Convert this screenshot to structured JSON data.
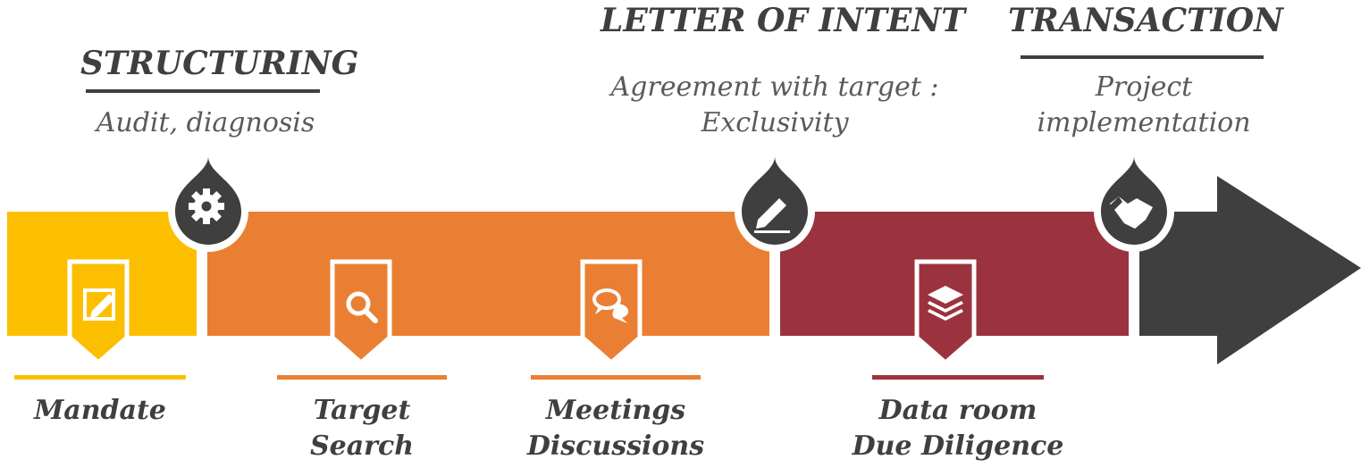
{
  "phases": [
    {
      "title": "STRUCTURING",
      "description": [
        "Audit, diagnosis"
      ],
      "icon": "gear-icon"
    },
    {
      "title": "LETTER OF INTENT",
      "description": [
        "Agreement with target :",
        "Exclusivity"
      ],
      "icon": "pen-icon"
    },
    {
      "title": "TRANSACTION",
      "description": [
        "Project",
        "implementation"
      ],
      "icon": "handshake-icon"
    }
  ],
  "steps": [
    {
      "label": [
        "Mandate"
      ],
      "icon": "edit-icon",
      "color": "#fcbf00"
    },
    {
      "label": [
        "Target",
        "Search"
      ],
      "icon": "magnifier-icon",
      "color": "#ea7f33"
    },
    {
      "label": [
        "Meetings",
        "Discussions"
      ],
      "icon": "chat-icon",
      "color": "#ea7f33"
    },
    {
      "label": [
        "Data room",
        "Due Diligence"
      ],
      "icon": "layers-icon",
      "color": "#9b333f"
    }
  ],
  "colors": {
    "yellow": "#fcbf00",
    "orange": "#ea7f33",
    "crimson": "#9b333f",
    "dark": "#3f3f3f"
  }
}
